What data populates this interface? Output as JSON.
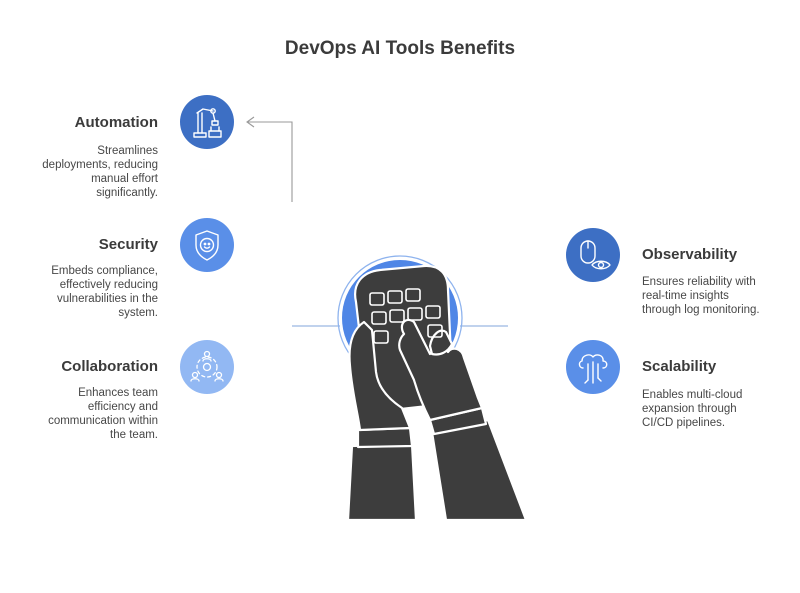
{
  "title": "DevOps AI Tools Benefits",
  "features_left": [
    {
      "heading": "Automation",
      "description": [
        "Streamlines",
        "deployments, reducing",
        "manual effort",
        "significantly."
      ],
      "icon": "robot-arm-icon",
      "color": "#3d6fc4"
    },
    {
      "heading": "Security",
      "description": [
        "Embeds compliance,",
        "effectively reducing",
        "vulnerabilities in the",
        "system."
      ],
      "icon": "shield-icon",
      "color": "#5a8fe8"
    },
    {
      "heading": "Collaboration",
      "description": [
        "Enhances team",
        "efficiency and",
        "communication within",
        "the team."
      ],
      "icon": "team-network-icon",
      "color": "#92b8f3"
    }
  ],
  "features_right": [
    {
      "heading": "Observability",
      "description": [
        "Ensures reliability with",
        "real-time insights",
        "through log monitoring."
      ],
      "icon": "mouse-eye-icon",
      "color": "#3d6fc4"
    },
    {
      "heading": "Scalability",
      "description": [
        "Enables multi-cloud",
        "expansion through",
        "CI/CD pipelines."
      ],
      "icon": "cloud-pipeline-icon",
      "color": "#5a8fe8"
    }
  ],
  "colors": {
    "hub_blue": "#4f86e6",
    "hand_dark": "#3d3d3d",
    "connector": "#8aa9d6"
  }
}
